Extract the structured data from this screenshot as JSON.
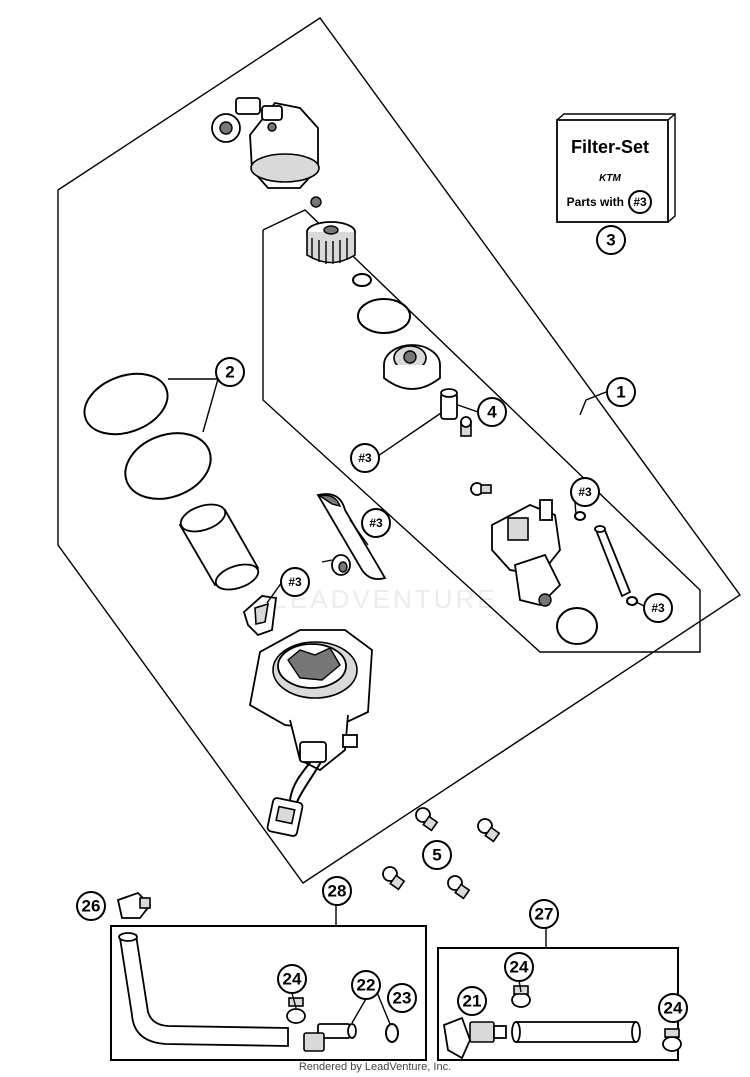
{
  "callouts": {
    "c1": "1",
    "c2": "2",
    "c3": "3",
    "c4": "4",
    "c5": "5",
    "c21": "21",
    "c22": "22",
    "c23": "23",
    "c24a": "24",
    "c24b": "24",
    "c24c": "24",
    "c26": "26",
    "c27": "27",
    "c28": "28"
  },
  "kit_refs": {
    "r1": "#3",
    "r2": "#3",
    "r3": "#3",
    "r4": "#3",
    "r5": "#3",
    "r6": "#3"
  },
  "filter_set": {
    "title": "Filter-Set",
    "brand": "KTM",
    "parts_with": "Parts with",
    "ref": "#3"
  },
  "watermark": "LEADVENTURE",
  "credit": "Rendered by LeadVenture, Inc."
}
